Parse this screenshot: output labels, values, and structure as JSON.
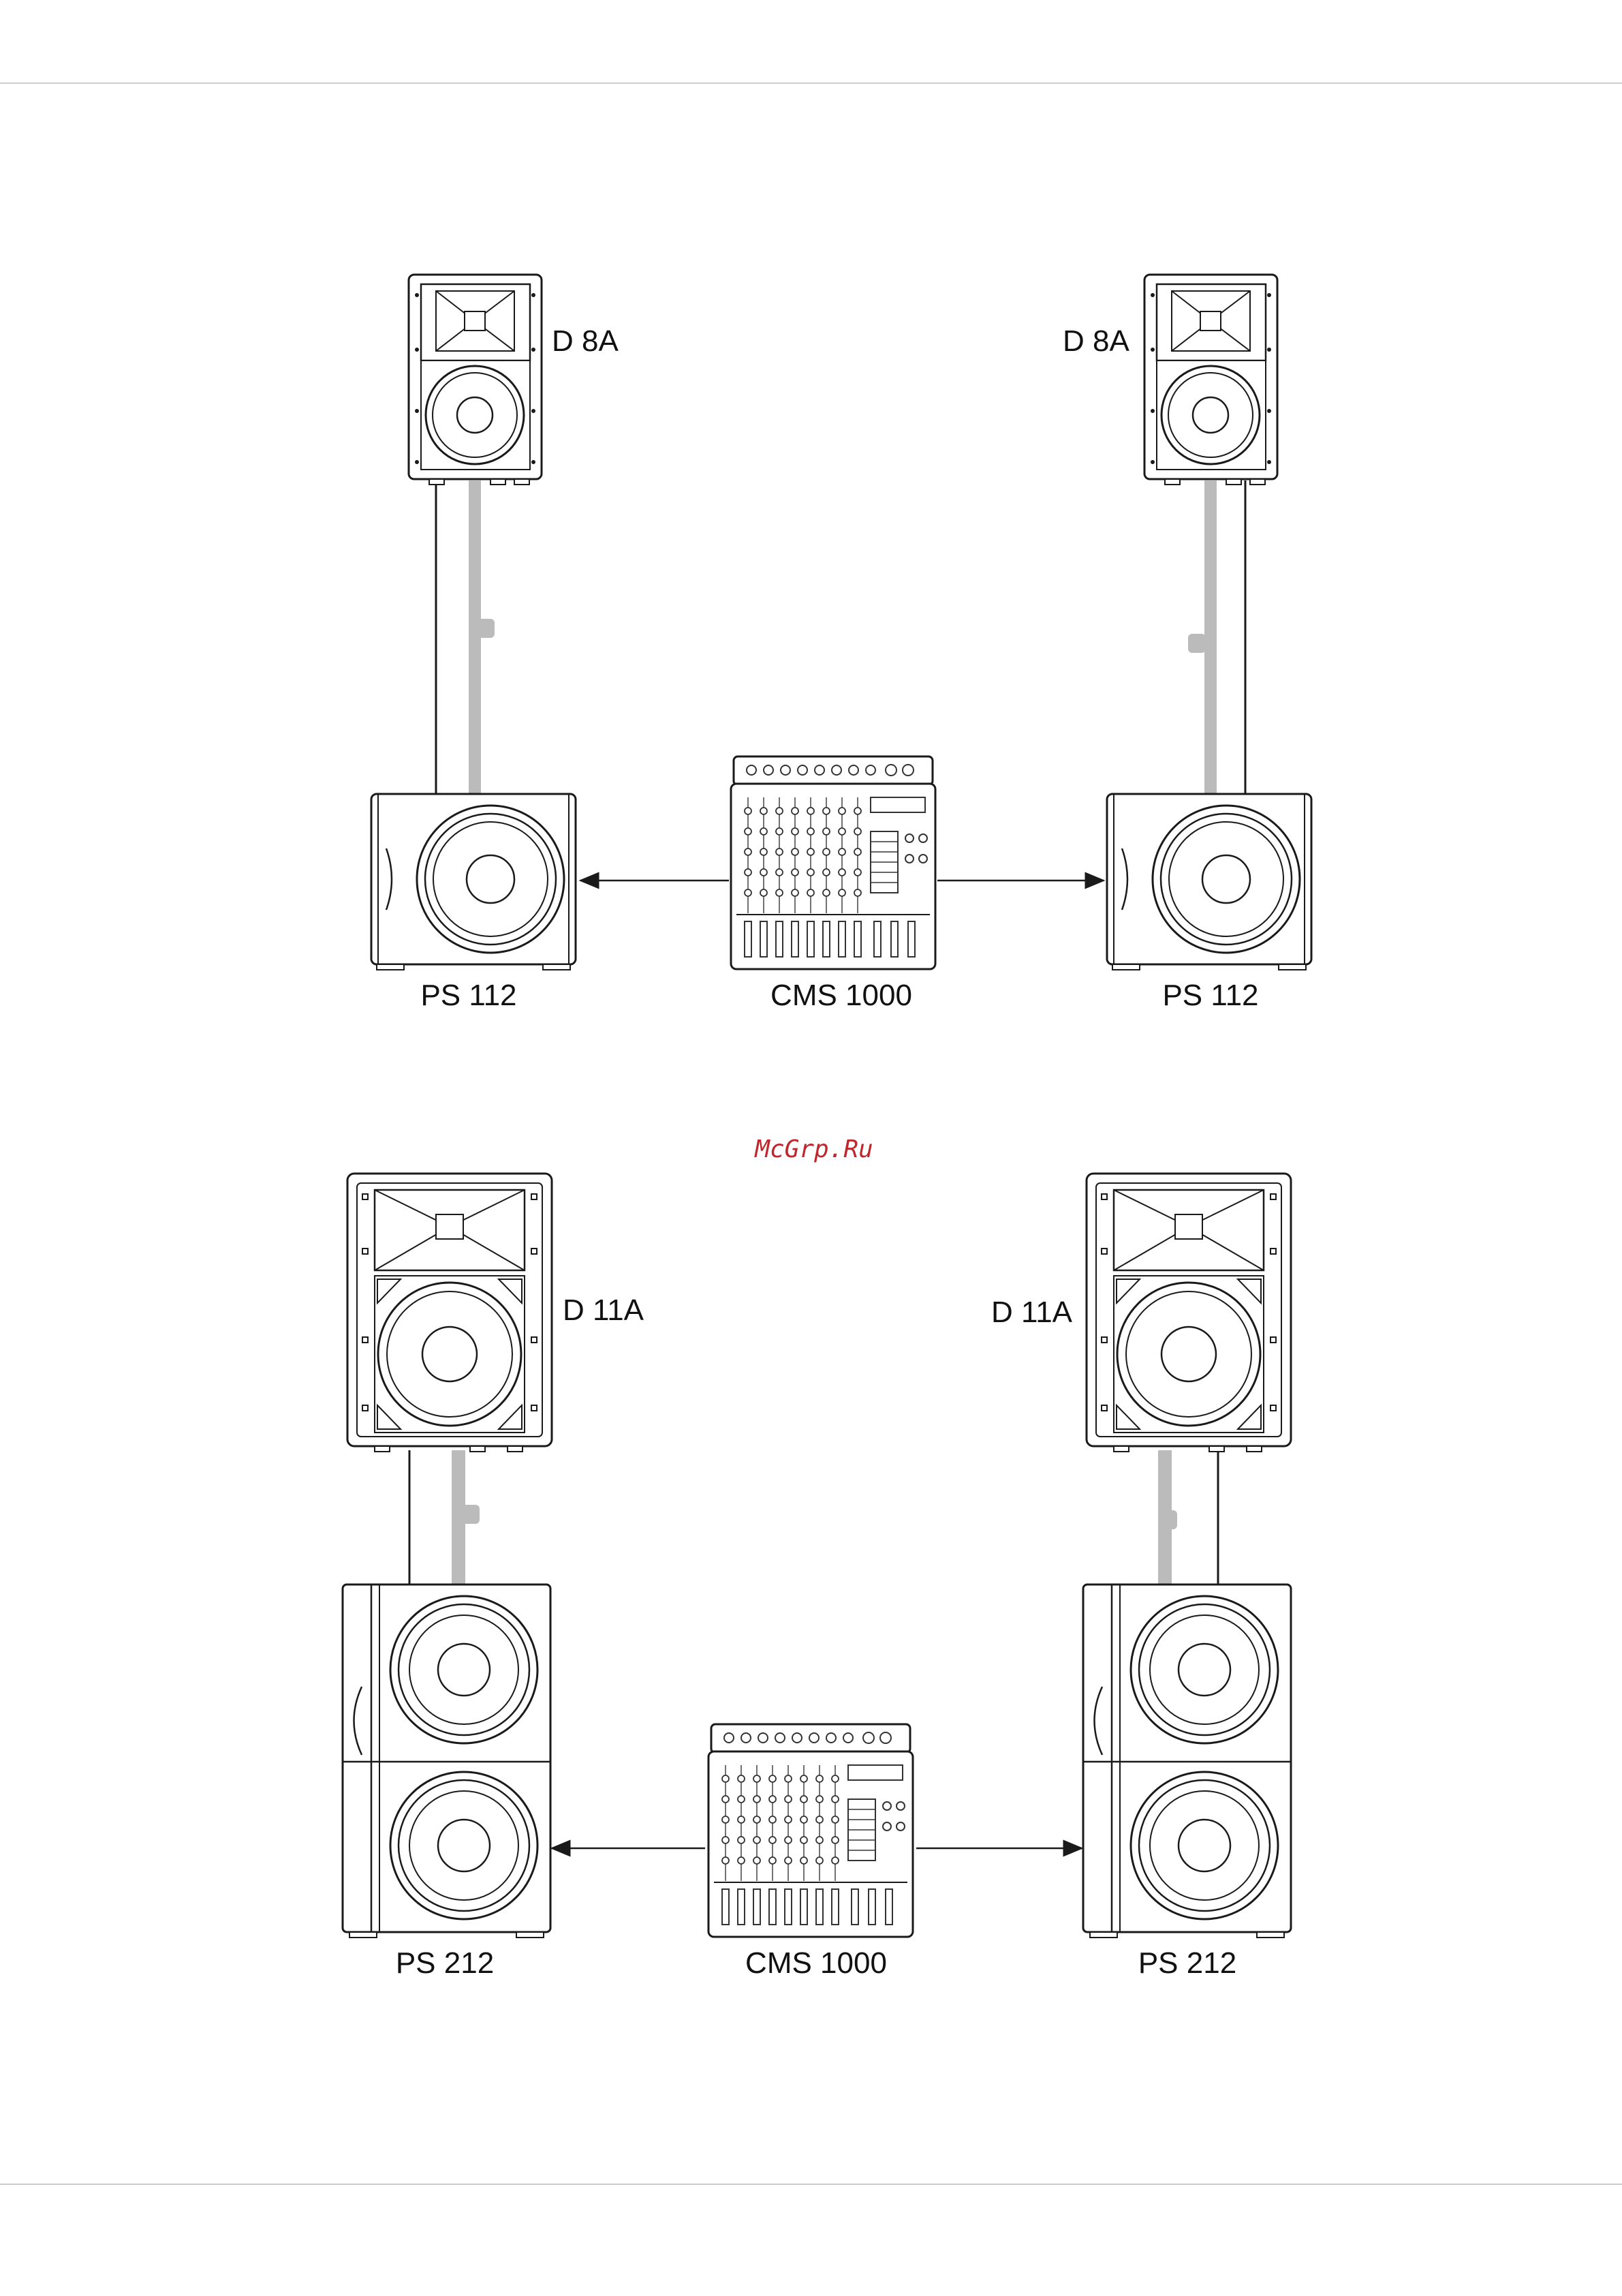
{
  "watermark": "McGrp.Ru",
  "setup1": {
    "top_left_label": "D 8A",
    "top_right_label": "D 8A",
    "sub_left_label": "PS 112",
    "sub_right_label": "PS 112",
    "mixer_label": "CMS 1000"
  },
  "setup2": {
    "top_left_label": "D 11A",
    "top_right_label": "D 11A",
    "sub_left_label": "PS 212",
    "sub_right_label": "PS 212",
    "mixer_label": "CMS 1000"
  },
  "colors": {
    "line": "#1a1a1a",
    "pole": "#bbbbbb",
    "watermark": "#c0272d"
  }
}
